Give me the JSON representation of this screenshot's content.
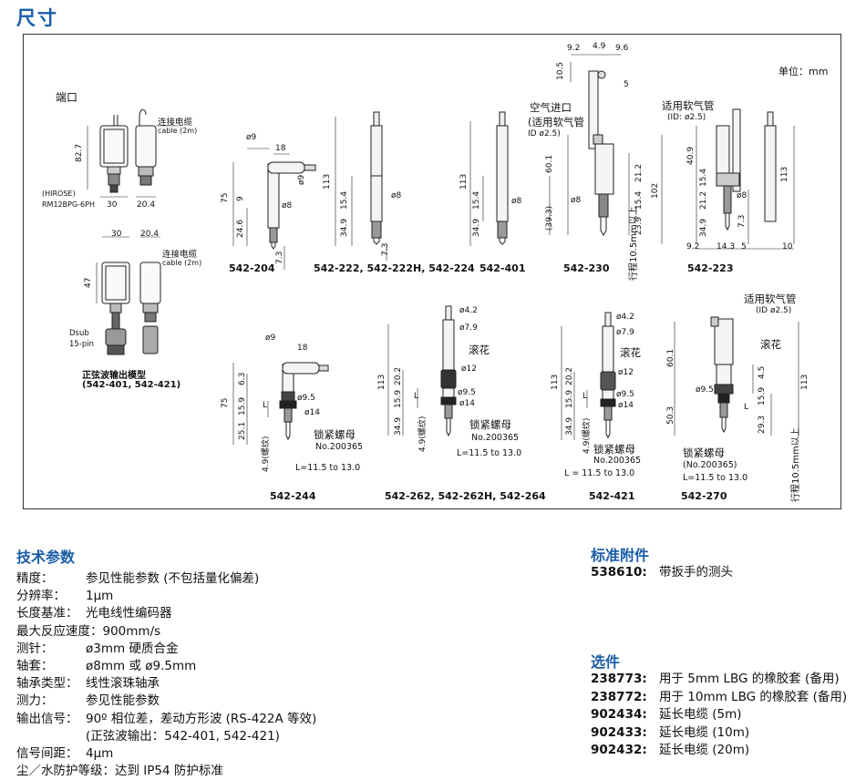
{
  "page_title": "尺寸",
  "unit_label": "单位：mm",
  "port_label": "端口",
  "drawing": {
    "connector_cable_1": "连接电缆",
    "connector_cable_1_sub": "cable (2m)",
    "connector_cable_2": "连接电缆",
    "connector_cable_2_sub": "cable (2m)",
    "hirose": "(HIROSE)",
    "hirose_part": "RM12BPG-6PH",
    "dsub": "Dsub",
    "dsub_pins": "15-pin",
    "sine_output": "正弦波输出模型",
    "sine_models": "(542-401, 542-421)",
    "air_inlet": "空气进口",
    "air_inlet_sub": "(适用软气管",
    "air_inlet_id": "ID ø2.5)",
    "hose_223": "适用软气管",
    "hose_223_id": "(ID: ø2.5)",
    "hose_270": "适用软气管",
    "hose_270_id": "(ID ø2.5)",
    "knurl_262": "滚花",
    "knurl_421": "滚花",
    "knurl_270": "滚花",
    "locknut_244": "锁紧螺母",
    "locknut_262": "锁紧螺母",
    "locknut_421": "锁紧螺母",
    "locknut_270": "锁紧螺母",
    "no_244": "No.200365",
    "no_262": "No.200365",
    "no_421": "No.200365",
    "no_270": "(No.200365)",
    "l_range_244": "L=11.5 to 13.0",
    "l_range_262": "L=11.5 to 13.0",
    "l_range_421": "L = 11.5 to 13.0",
    "l_range_270": "L=11.5 to 13.0",
    "stroke_230": "行程10.5mm以上",
    "stroke_270": "行程10.5mm以上",
    "dims": [
      "82.7",
      "30",
      "20.4",
      "30",
      "20.4",
      "47",
      "ø9",
      "18",
      "75",
      "9",
      "24.6",
      "7.3",
      "ø9",
      "ø8",
      "113",
      "15.4",
      "34.9",
      "7.3",
      "ø8",
      "113",
      "15.4",
      "34.9",
      "ø8",
      "9.2",
      "4.9",
      "9.6",
      "10.5",
      "5",
      "60.1",
      "21.2",
      "(39.3)",
      "15.4",
      "23.9",
      "102",
      "ø8",
      "40.9",
      "15.4",
      "21.2",
      "34.9",
      "7.3",
      "113",
      "9.2",
      "14.3",
      "5",
      "10",
      "ø8",
      "ø9",
      "18",
      "6.3",
      "75",
      "15.9",
      "25.1",
      "4.9(螺纹)",
      "L",
      "ø9.5",
      "ø14",
      "ø4.2",
      "ø7.9",
      "ø12",
      "20.2",
      "113",
      "15.9",
      "34.9",
      "4.9(螺纹)",
      "L",
      "ø9.5",
      "ø14",
      "ø4.2",
      "ø7.9",
      "ø12",
      "113",
      "20.2",
      "15.9",
      "34.9",
      "4.9(螺纹)",
      "L",
      "ø9.5",
      "ø14",
      "60.1",
      "50.3",
      "4.5",
      "L",
      "15.9",
      "29.3",
      "113",
      "ø9.5"
    ]
  },
  "models": {
    "m204": "542-204",
    "m222": "542-222, 542-222H, 542-224",
    "m401": "542-401",
    "m230": "542-230",
    "m223": "542-223",
    "m244": "542-244",
    "m262": "542-262, 542-262H, 542-264",
    "m421": "542-421",
    "m270": "542-270"
  },
  "specs_title": "技术参数",
  "specs": [
    {
      "k": "精度：",
      "v": "参见性能参数 (不包括量化偏差)"
    },
    {
      "k": "分辨率：",
      "v": "1µm"
    },
    {
      "k": "长度基准：",
      "v": "光电线性编码器"
    },
    {
      "k": "最大反应速度：",
      "v": "900mm/s"
    },
    {
      "k": "测针：",
      "v": "ø3mm 硬质合金"
    },
    {
      "k": "轴套：",
      "v": "ø8mm 或 ø9.5mm"
    },
    {
      "k": "轴承类型：",
      "v": "线性滚珠轴承"
    },
    {
      "k": "测力：",
      "v": "参见性能参数"
    },
    {
      "k": "输出信号：",
      "v": "90º 相位差，差动方形波 (RS-422A 等效)"
    },
    {
      "k": "",
      "v": "(正弦波输出：542-401, 542-421)"
    },
    {
      "k": "信号间距：",
      "v": "4µm"
    },
    {
      "k": "尘／水防护等级：",
      "v": "达到 IP54 防护标准"
    }
  ],
  "std_acc_title": "标准附件",
  "std_acc": [
    {
      "code": "538610",
      "sep": ":",
      "desc": "带扳手的测头"
    }
  ],
  "options_title": "选件",
  "options": [
    {
      "code": "238773",
      "sep": ":",
      "desc": "用于 5mm LBG 的橡胶套 (备用)"
    },
    {
      "code": "238772",
      "sep": ":",
      "desc": "用于 10mm LBG 的橡胶套 (备用)"
    },
    {
      "code": "902434",
      "sep": ":",
      "desc": "延长电缆 (5m)"
    },
    {
      "code": "902433",
      "sep": ":",
      "desc": "延长电缆 (10m)"
    },
    {
      "code": "902432",
      "sep": ":",
      "desc": "延长电缆 (20m)"
    }
  ]
}
